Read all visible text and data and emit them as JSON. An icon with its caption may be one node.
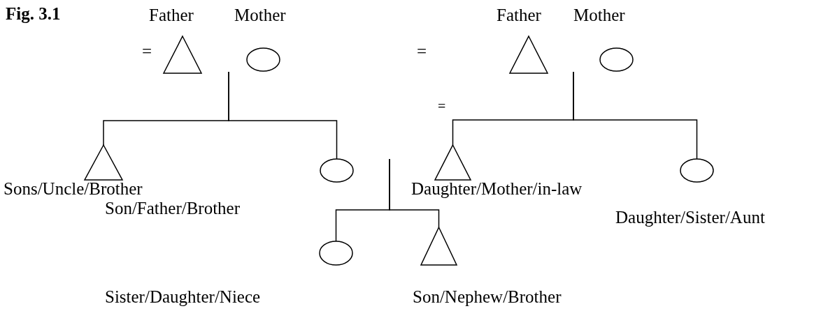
{
  "diagram": {
    "title": "Fig. 3.1",
    "nodes": [
      {
        "text": [
          "Father"
        ]
      },
      {
        "text": [
          "Mother"
        ]
      },
      {
        "text": [
          "Sons/Uncle/Brother"
        ]
      },
      {
        "text": [],
        "shape": "circle"
      },
      {
        "text": [
          "Father"
        ]
      },
      {
        "text": [
          "Mother"
        ]
      },
      {
        "text": [
          "Daughter/Mother/in-law"
        ]
      },
      {
        "text": [
          "Daughter/Sister/Aunt"
        ]
      },
      {
        "text": [
          "Sister/Daughter/Niece"
        ]
      },
      {
        "text": [
          "Son/Nephew/Brother"
        ]
      }
    ],
    "edges": [
      {
        "from": null,
        "to": 2,
        "arrow": "none"
      },
      {
        "from": null,
        "to": 3,
        "arrow": "none"
      },
      {
        "from": null,
        "to": 6,
        "arrow": "none"
      },
      {
        "from": null,
        "to": 7,
        "arrow": "none"
      },
      {
        "from": null,
        "to": 8,
        "arrow": "none"
      },
      {
        "from": null,
        "to": 9,
        "arrow": "none"
      }
    ],
    "labels": [
      "=",
      "=",
      "=",
      "Son/Father/Brother"
    ]
  }
}
